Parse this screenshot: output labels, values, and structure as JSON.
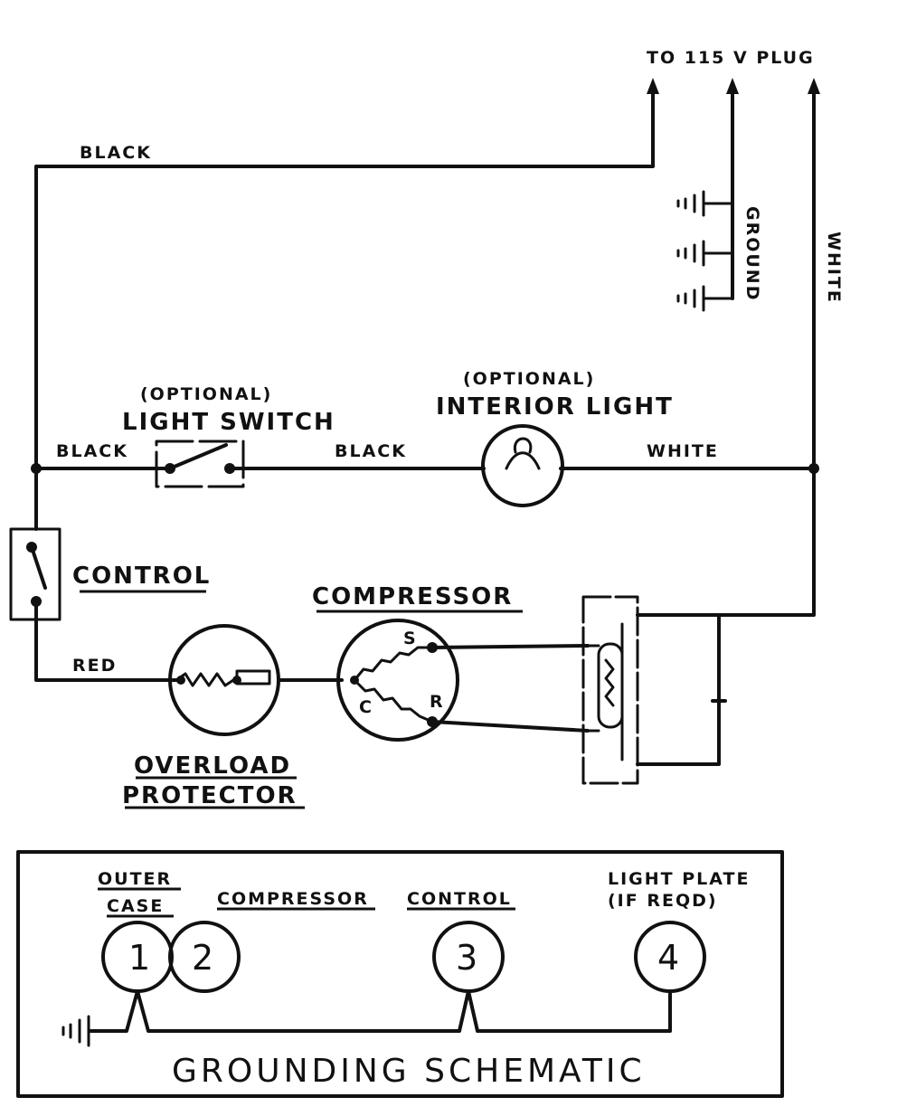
{
  "supply": {
    "label": "TO 115 V PLUG"
  },
  "wires": {
    "black_top": "BLACK",
    "black_left": "BLACK",
    "black_mid": "BLACK",
    "white_mid": "WHITE",
    "white_vertical": "WHITE",
    "red": "RED",
    "ground_vertical": "GROUND"
  },
  "components": {
    "light_switch": {
      "note": "(OPTIONAL)",
      "label": "LIGHT SWITCH"
    },
    "interior_light": {
      "note": "(OPTIONAL)",
      "label": "INTERIOR LIGHT"
    },
    "control": {
      "label": "CONTROL"
    },
    "compressor": {
      "label": "COMPRESSOR",
      "terminals": {
        "start": "S",
        "common": "C",
        "run": "R"
      }
    },
    "overload": {
      "line1": "OVERLOAD",
      "line2": "PROTECTOR"
    }
  },
  "grounding": {
    "title": "GROUNDING SCHEMATIC",
    "points": [
      {
        "number": "1",
        "label_line1": "OUTER",
        "label_line2": "CASE"
      },
      {
        "number": "2",
        "label_line1": "COMPRESSOR",
        "label_line2": ""
      },
      {
        "number": "3",
        "label_line1": "CONTROL",
        "label_line2": ""
      },
      {
        "number": "4",
        "label_line1": "LIGHT PLATE",
        "label_line2": "(IF REQD)"
      }
    ]
  },
  "colors": {
    "ink": "#111111",
    "paper": "#ffffff"
  }
}
